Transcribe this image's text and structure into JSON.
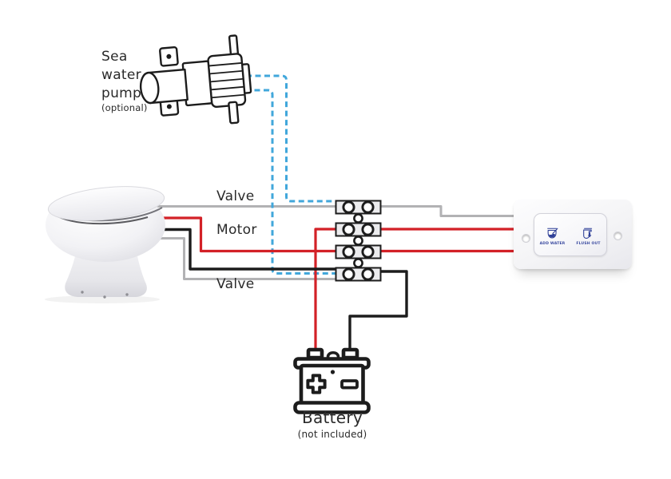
{
  "labels": {
    "pump_line1": "Sea",
    "pump_line2": "water",
    "pump_line3": "pump",
    "pump_note": "(optional)",
    "valve_top": "Valve",
    "motor": "Motor",
    "valve_bottom": "Valve",
    "battery": "Battery",
    "battery_note": "(not included)"
  },
  "panel_buttons": {
    "add_water": "ADD WATER",
    "flush_out": "FLUSH OUT"
  },
  "colors": {
    "wire_gray": "#b2b2b4",
    "wire_red": "#d32127",
    "wire_black": "#1c1c1c",
    "wire_blue": "#41a7db",
    "outline_black": "#1c1c1c",
    "panel_icon_blue": "#2e3f97",
    "text": "#2a2a2a"
  },
  "icons": {
    "sea_water_pump": "sea-water-pump-illustration",
    "toilet": "toilet-illustration",
    "terminal_block": "terminal-block",
    "battery": "battery-icon",
    "control_panel": "flush-control-panel"
  }
}
